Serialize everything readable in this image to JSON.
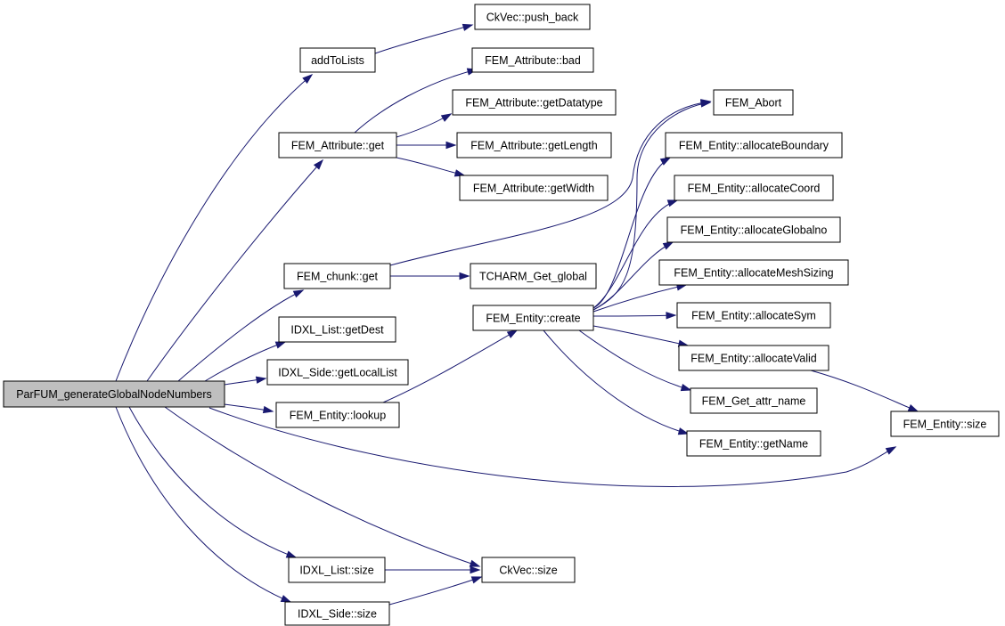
{
  "diagram": {
    "nodes": [
      {
        "id": "root",
        "label": "ParFUM_generateGlobalNodeNumbers",
        "root": true
      },
      {
        "id": "addToLists",
        "label": "addToLists"
      },
      {
        "id": "ckvec_push_back",
        "label": "CkVec::push_back"
      },
      {
        "id": "attr_bad",
        "label": "FEM_Attribute::bad"
      },
      {
        "id": "attr_getDatatype",
        "label": "FEM_Attribute::getDatatype"
      },
      {
        "id": "attr_get",
        "label": "FEM_Attribute::get"
      },
      {
        "id": "attr_getLength",
        "label": "FEM_Attribute::getLength"
      },
      {
        "id": "attr_getWidth",
        "label": "FEM_Attribute::getWidth"
      },
      {
        "id": "fem_abort",
        "label": "FEM_Abort"
      },
      {
        "id": "ent_allocBoundary",
        "label": "FEM_Entity::allocateBoundary"
      },
      {
        "id": "ent_allocCoord",
        "label": "FEM_Entity::allocateCoord"
      },
      {
        "id": "ent_allocGlobalno",
        "label": "FEM_Entity::allocateGlobalno"
      },
      {
        "id": "ent_allocMeshSizing",
        "label": "FEM_Entity::allocateMeshSizing"
      },
      {
        "id": "ent_allocSym",
        "label": "FEM_Entity::allocateSym"
      },
      {
        "id": "ent_allocValid",
        "label": "FEM_Entity::allocateValid"
      },
      {
        "id": "fem_get_attr_name",
        "label": "FEM_Get_attr_name"
      },
      {
        "id": "ent_getName",
        "label": "FEM_Entity::getName"
      },
      {
        "id": "chunk_get",
        "label": "FEM_chunk::get"
      },
      {
        "id": "tcharm_get_global",
        "label": "TCHARM_Get_global"
      },
      {
        "id": "ent_create",
        "label": "FEM_Entity::create"
      },
      {
        "id": "idxl_list_getDest",
        "label": "IDXL_List::getDest"
      },
      {
        "id": "idxl_side_getLocalList",
        "label": "IDXL_Side::getLocalList"
      },
      {
        "id": "ent_lookup",
        "label": "FEM_Entity::lookup"
      },
      {
        "id": "ent_size",
        "label": "FEM_Entity::size"
      },
      {
        "id": "idxl_list_size",
        "label": "IDXL_List::size"
      },
      {
        "id": "ckvec_size",
        "label": "CkVec::size"
      },
      {
        "id": "idxl_side_size",
        "label": "IDXL_Side::size"
      }
    ],
    "edges": [
      [
        "root",
        "addToLists"
      ],
      [
        "root",
        "attr_get"
      ],
      [
        "root",
        "chunk_get"
      ],
      [
        "root",
        "idxl_list_getDest"
      ],
      [
        "root",
        "idxl_side_getLocalList"
      ],
      [
        "root",
        "ent_lookup"
      ],
      [
        "root",
        "ent_size"
      ],
      [
        "root",
        "ckvec_size"
      ],
      [
        "root",
        "idxl_list_size"
      ],
      [
        "root",
        "idxl_side_size"
      ],
      [
        "addToLists",
        "ckvec_push_back"
      ],
      [
        "attr_get",
        "attr_bad"
      ],
      [
        "attr_get",
        "attr_getDatatype"
      ],
      [
        "attr_get",
        "attr_getLength"
      ],
      [
        "attr_get",
        "attr_getWidth"
      ],
      [
        "chunk_get",
        "fem_abort"
      ],
      [
        "chunk_get",
        "tcharm_get_global"
      ],
      [
        "ent_lookup",
        "ent_create"
      ],
      [
        "ent_create",
        "fem_abort"
      ],
      [
        "ent_create",
        "ent_allocBoundary"
      ],
      [
        "ent_create",
        "ent_allocCoord"
      ],
      [
        "ent_create",
        "ent_allocGlobalno"
      ],
      [
        "ent_create",
        "ent_allocMeshSizing"
      ],
      [
        "ent_create",
        "ent_allocSym"
      ],
      [
        "ent_create",
        "ent_allocValid"
      ],
      [
        "ent_create",
        "fem_get_attr_name"
      ],
      [
        "ent_create",
        "ent_getName"
      ],
      [
        "ent_allocValid",
        "ent_size"
      ],
      [
        "idxl_list_size",
        "ckvec_size"
      ],
      [
        "idxl_side_size",
        "ckvec_size"
      ]
    ]
  },
  "colors": {
    "edge": "#191970",
    "node_border": "#000000",
    "root_fill": "#bfbfbf",
    "node_fill": "#ffffff"
  }
}
